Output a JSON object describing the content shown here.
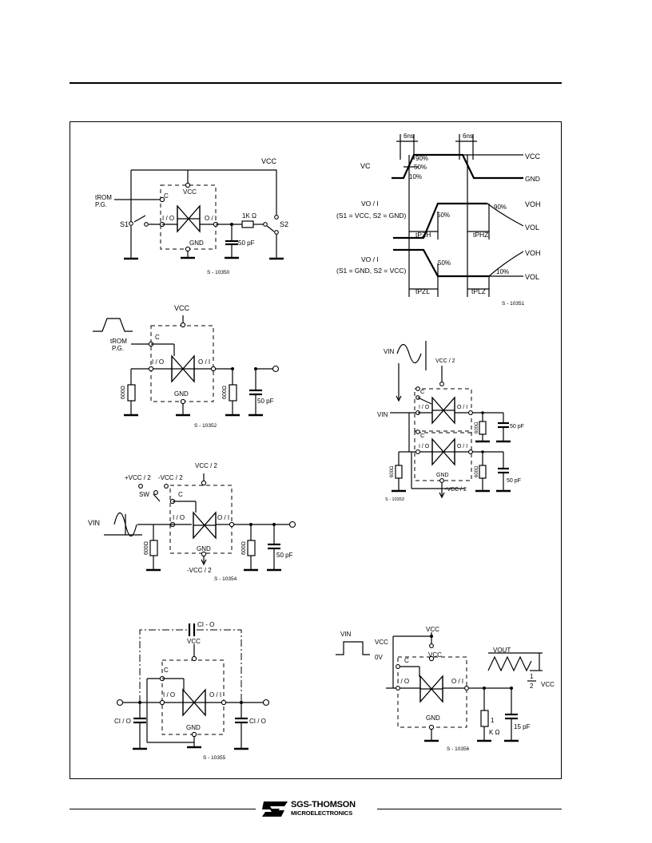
{
  "circuits": {
    "c1": {
      "id": "S - 10350",
      "vcc": "VCC",
      "in_label_1": "tROM",
      "in_label_2": "P.G.",
      "c": "C",
      "vcc_inner": "VCC",
      "io": "I / O",
      "oi": "O / I",
      "gnd": "GND",
      "s1": "S1",
      "s2": "S2",
      "res": "1K Ω",
      "cap": "50 pF"
    },
    "c2": {
      "id": "S - 10352",
      "vcc": "VCC",
      "c": "C",
      "in_label_1": "tROM",
      "in_label_2": "P.G.",
      "io": "I / O",
      "oi": "O / I",
      "gnd": "GND",
      "r1": "600Ω",
      "r2": "600Ω",
      "cap": "50 pF"
    },
    "c3": {
      "id": "S - 10354",
      "vcc": "VCC / 2",
      "plus": "+VCC / 2",
      "minus": "-VCC / 2",
      "sw": "SW",
      "c": "C",
      "vin": "VIN",
      "io": "I / O",
      "oi": "O / I",
      "gnd": "GND",
      "r1": "600Ω",
      "r2": "600Ω",
      "cap": "50 pF",
      "vneg": "-VCC / 2"
    },
    "c4": {
      "id": "S - 10355",
      "cio": "CI - O",
      "vcc": "VCC",
      "c": "C",
      "io": "I / O",
      "oi": "O / I",
      "gnd": "GND",
      "cap_l": "CI / O",
      "cap_r": "CI / O"
    },
    "c5": {
      "id": "S - 10353",
      "vin_top": "VIN",
      "vcc": "VCC / 2",
      "c1": "C",
      "vin": "VIN",
      "io1": "I / O",
      "oi1": "O / I",
      "r1": "600Ω",
      "cap1": "50 pF",
      "c2": "C",
      "io2": "I / O",
      "oi2": "O / I",
      "r2": "600Ω",
      "r3": "600Ω",
      "gnd": "GND",
      "cap2": "50 pF",
      "vneg": "-VCC / 2"
    },
    "c6": {
      "id": "S - 10356",
      "vin": "VIN",
      "vcc_in": "VCC",
      "zero": "0V",
      "vcc_top": "VCC",
      "vcc_inner": "VCC",
      "c": "C",
      "io": "I / O",
      "oi": "O / I",
      "gnd": "GND",
      "vout": "VOUT",
      "half_num": "1",
      "half_den": "2",
      "half_vcc": "VCC",
      "res_1": "1",
      "res_2": "K Ω",
      "cap": "15 pF"
    }
  },
  "timing": {
    "id": "S - 10351",
    "ns_left": "6ns",
    "ns_right": "6ns",
    "vc": "VC",
    "p90": "90%",
    "p50": "50%",
    "p10": "10%",
    "vcc": "VCC",
    "gnd": "GND",
    "voi1": "VO / I",
    "cond1": "(S1 = VCC, S2 = GND)",
    "p50b": "50%",
    "p90b": "90%",
    "voh1": "VOH",
    "vol1": "VOL",
    "tpzh": "tPZH",
    "tphz": "tPHZ",
    "voi2": "VO / I",
    "cond2": "(S1 = GND, S2 = VCC)",
    "p50c": "50%",
    "p10c": "10%",
    "voh2": "VOH",
    "vol2": "VOL",
    "tpzl": "tPZL",
    "tplz": "tPLZ"
  },
  "footer": {
    "brand": "SGS-THOMSON",
    "sub": "MICROELECTRONICS",
    "logo_icon": "st-logo-icon"
  }
}
